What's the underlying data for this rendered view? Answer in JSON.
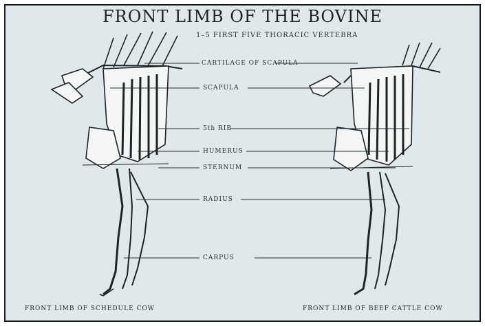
{
  "title": "FRONT LIMB OF THE BOVINE",
  "subtitle": "1–5 FIRST FIVE THORACIC VERTEBRA",
  "labels": {
    "scapular_cartilage": "CARTILAGE OF SCAPULA",
    "scapula": "SCAPULA",
    "fifth_rib": "5th RIB",
    "humerus": "HUMERUS",
    "sternum": "STERNUM",
    "radius": "RADIUS",
    "carpus": "CARPUS"
  },
  "captions": {
    "left": "FRONT LIMB OF SCHEDULE COW",
    "right": "FRONT LIMB OF BEEF CATTLE COW"
  },
  "colors": {
    "background": "#dfe9ec",
    "ink": "#1e2125",
    "bone": "#f4f6f5"
  }
}
